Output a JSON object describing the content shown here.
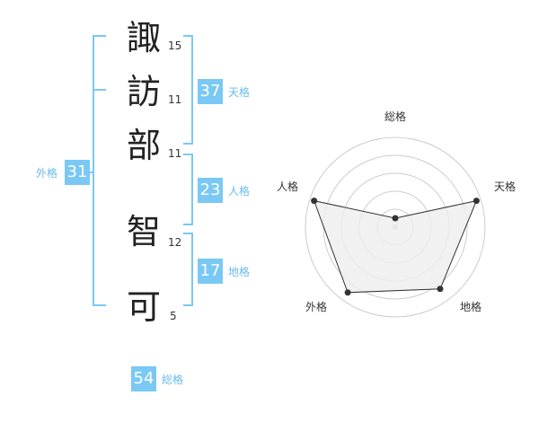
{
  "name": {
    "chars": [
      {
        "char": "諏",
        "strokes": "15"
      },
      {
        "char": "訪",
        "strokes": "11"
      },
      {
        "char": "部",
        "strokes": "11"
      },
      {
        "char": "智",
        "strokes": "12"
      },
      {
        "char": "可",
        "strokes": "5"
      }
    ]
  },
  "kakusu": {
    "tenkaku": {
      "value": "37",
      "label": "天格"
    },
    "jinkaku": {
      "value": "23",
      "label": "人格"
    },
    "chikaku": {
      "value": "17",
      "label": "地格"
    },
    "gaikaku": {
      "value": "31",
      "label": "外格"
    },
    "soukaku": {
      "value": "54",
      "label": "総格"
    }
  },
  "colors": {
    "accent": "#7ac8f4",
    "accent_text": "#6cbce9",
    "radar_fill": "#eeeeee",
    "radar_line": "#333333"
  },
  "chart_data": {
    "type": "radar",
    "axes": [
      "総格",
      "天格",
      "地格",
      "外格",
      "人格"
    ],
    "values": [
      0.1,
      0.95,
      0.85,
      0.9,
      0.95
    ],
    "rings": 5
  }
}
